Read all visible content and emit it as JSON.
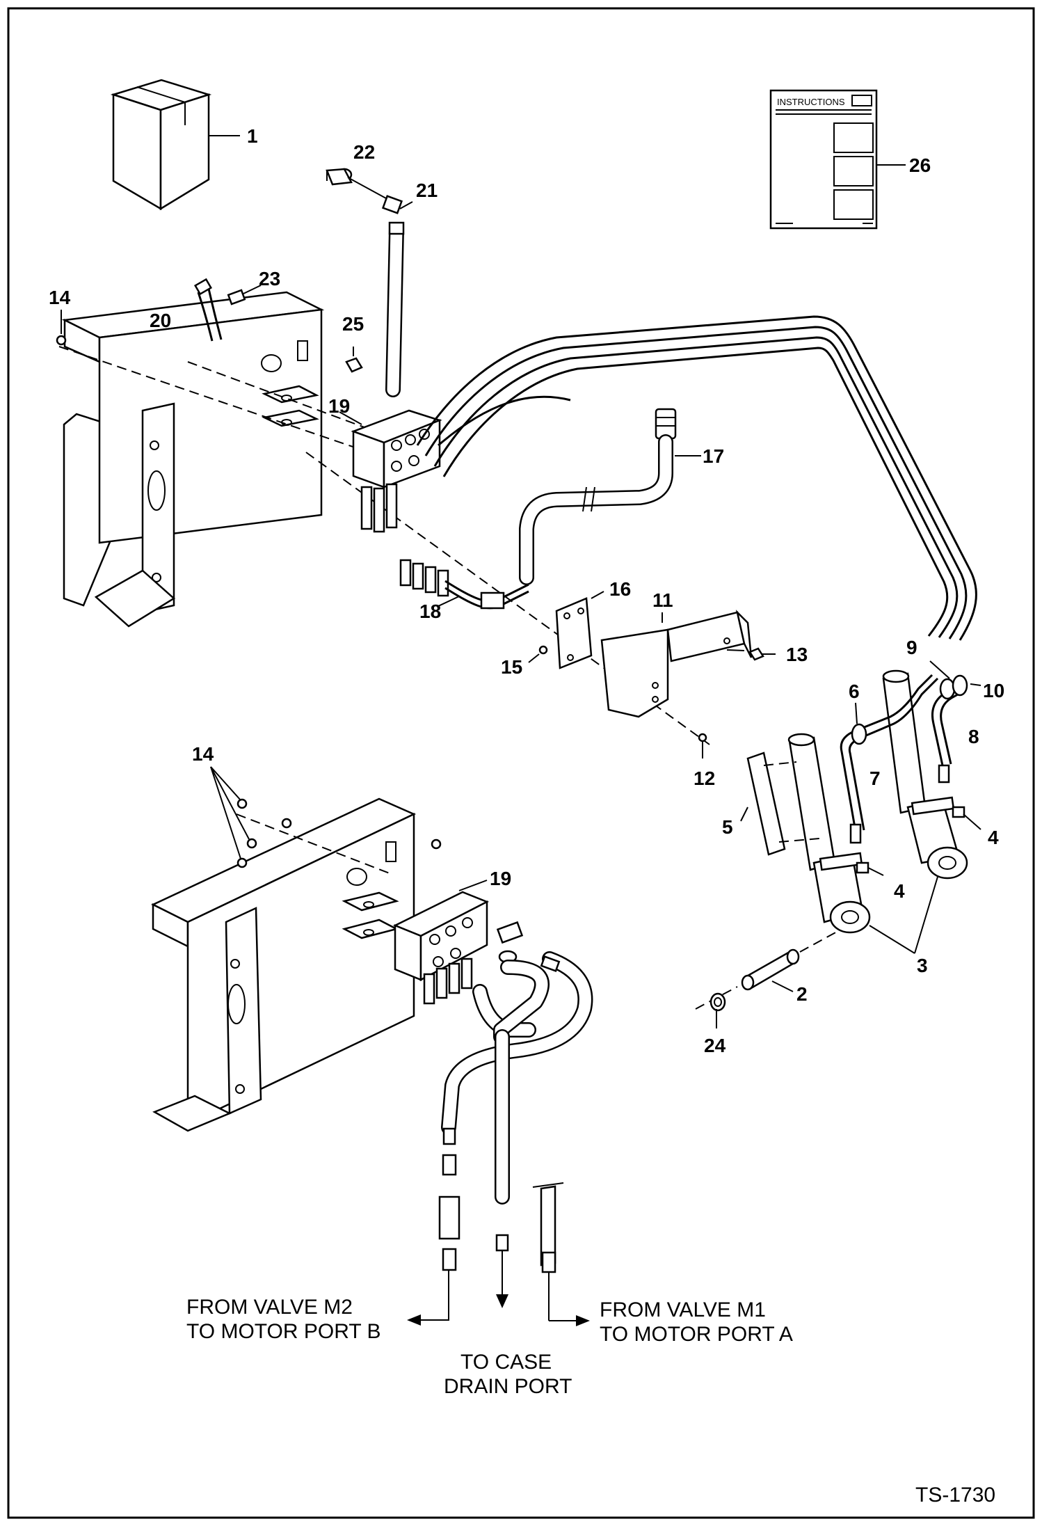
{
  "diagram": {
    "sheet_id": "TS-1730",
    "instructions_label": "INSTRUCTIONS",
    "callouts": [
      "1",
      "2",
      "3",
      "4",
      "4",
      "5",
      "6",
      "7",
      "8",
      "9",
      "10",
      "11",
      "12",
      "13",
      "14",
      "14",
      "15",
      "16",
      "17",
      "18",
      "19",
      "19",
      "20",
      "21",
      "22",
      "23",
      "24",
      "25",
      "26"
    ],
    "flow_notes": {
      "valve_m2": [
        "FROM VALVE M2",
        "TO MOTOR PORT B"
      ],
      "case_drain": [
        "TO CASE",
        "DRAIN PORT"
      ],
      "valve_m1": [
        "FROM VALVE M1",
        "TO MOTOR PORT A"
      ]
    }
  }
}
